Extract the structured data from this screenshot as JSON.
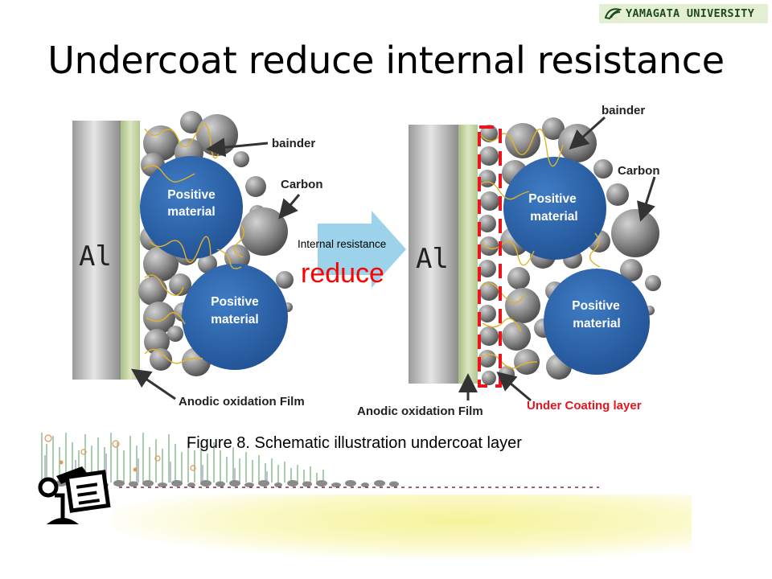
{
  "header": {
    "logo_text": "YAMAGATA UNIVERSITY",
    "logo_icon": "yamagata-leaf-logo"
  },
  "slide": {
    "title": "Undercoat reduce internal resistance",
    "caption": "Figure 8. Schematic illustration undercoat layer"
  },
  "left_diagram": {
    "al_label": "Al",
    "binder_label": "bainder",
    "carbon_label": "Carbon",
    "positive_1": [
      "Positive",
      "material"
    ],
    "positive_2": [
      "Positive",
      "material"
    ],
    "film_label": "Anodic oxidation Film"
  },
  "transition": {
    "small_label": "Internal resistance",
    "big_label": "reduce",
    "arrow_color": "#9dd3ea",
    "big_label_color": "#ff0000"
  },
  "right_diagram": {
    "al_label": "Al",
    "binder_label": "bainder",
    "carbon_label": "Carbon",
    "positive_1": [
      "Positive",
      "material"
    ],
    "positive_2": [
      "Positive",
      "material"
    ],
    "film_label": "Anodic oxidation Film",
    "undercoat_label": "Under Coating layer",
    "undercoat_color": "#e8141e"
  },
  "colors": {
    "positive_blue": "#2f65a8",
    "binder_yellow": "#e1b228",
    "film_green": "#c6d4a2"
  },
  "decoration": {
    "icon": "reading-lamp-document-icon"
  }
}
